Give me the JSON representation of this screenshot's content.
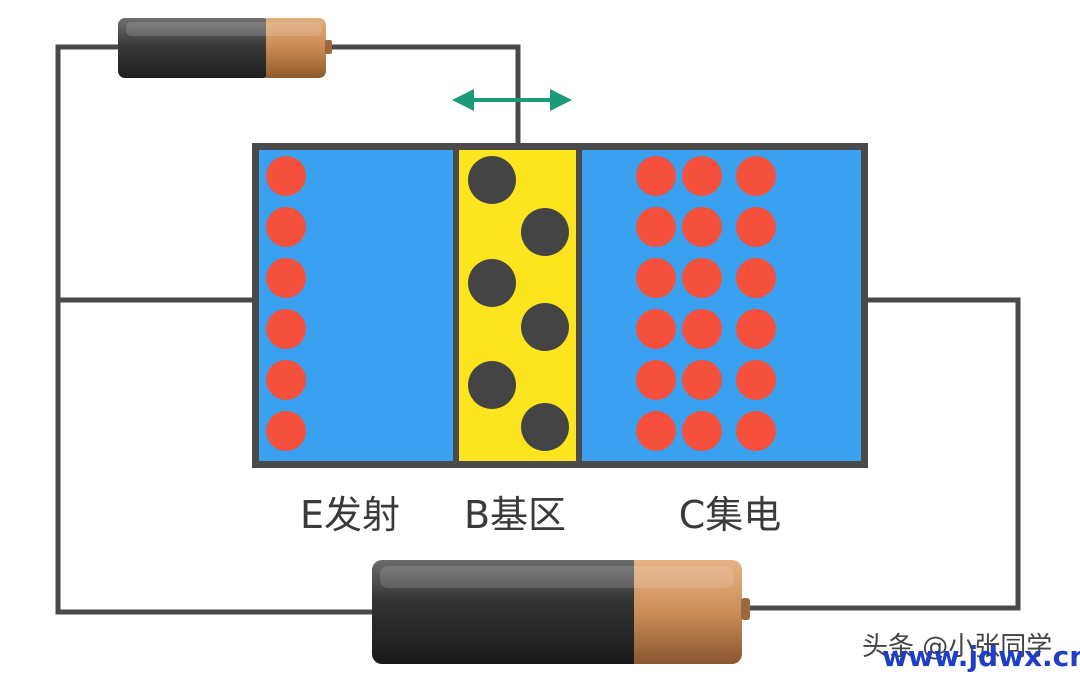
{
  "regions": {
    "emitter": {
      "label": "E发射"
    },
    "base": {
      "label": "B基区"
    },
    "collector": {
      "label": "C集电"
    }
  },
  "watermark": {
    "author": "头条 @小张同学",
    "site": "www.jdwx.cn"
  },
  "colors": {
    "n_region": "#3aa0f0",
    "p_region": "#fce51e",
    "electron": "#f5503c",
    "hole": "#444444",
    "wire": "#4a4a4a",
    "arrow": "#1a9a78",
    "battery_body": "#2a2a2a",
    "battery_cap": "#c98c55"
  }
}
